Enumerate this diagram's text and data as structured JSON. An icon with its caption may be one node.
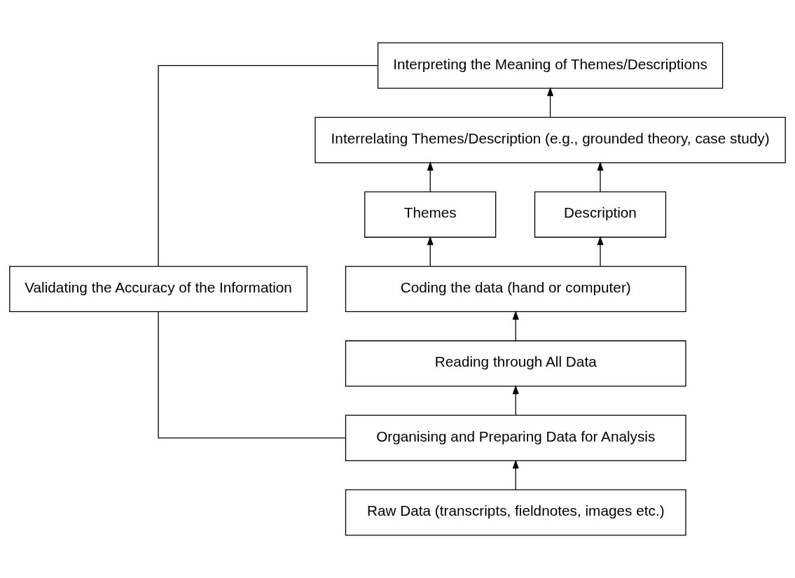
{
  "diagram": {
    "nodes": [
      {
        "text": [
          "Interpreting the Meaning of Themes/Descriptions"
        ]
      },
      {
        "text": [
          "Interrelating Themes/Description (e.g., grounded theory, case study)"
        ]
      },
      {
        "text": [
          "Themes"
        ]
      },
      {
        "text": [
          "Description"
        ]
      },
      {
        "text": [
          "Validating the Accuracy of the Information"
        ]
      },
      {
        "text": [
          "Coding the data (hand or computer)"
        ]
      },
      {
        "text": [
          "Reading through All Data"
        ]
      },
      {
        "text": [
          "Organising and Preparing Data for Analysis"
        ]
      },
      {
        "text": [
          "Raw Data (transcripts, fieldnotes, images etc.)"
        ]
      }
    ],
    "edges": [
      {
        "from": 8,
        "to": 7,
        "arrow": "to"
      },
      {
        "from": 7,
        "to": 6,
        "arrow": "to"
      },
      {
        "from": 6,
        "to": 5,
        "arrow": "to"
      },
      {
        "from": 5,
        "to": 2,
        "arrow": "to"
      },
      {
        "from": 5,
        "to": 3,
        "arrow": "to"
      },
      {
        "from": 2,
        "to": 1,
        "arrow": "to"
      },
      {
        "from": 3,
        "to": 1,
        "arrow": "to"
      },
      {
        "from": 1,
        "to": 0,
        "arrow": "to"
      },
      {
        "from": 4,
        "to": 0,
        "arrow": "none"
      },
      {
        "from": 4,
        "to": 7,
        "arrow": "none"
      }
    ]
  }
}
